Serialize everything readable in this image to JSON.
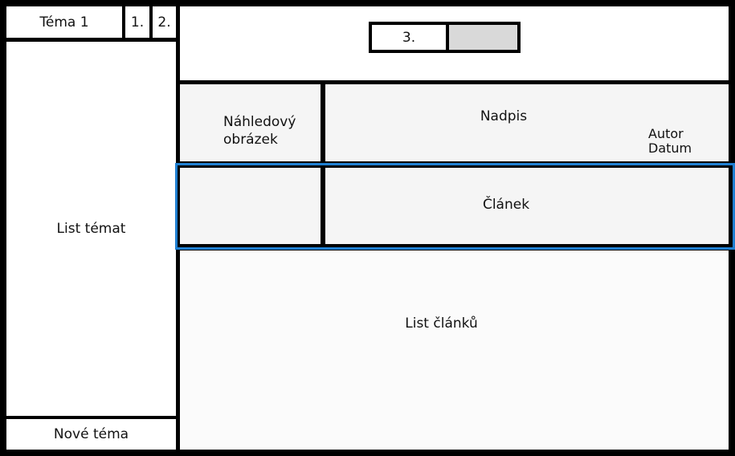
{
  "sidebar": {
    "topic_tab": "Téma 1",
    "tab_one": "1.",
    "tab_two": "2.",
    "topic_list": "List témat",
    "new_topic": "Nové téma"
  },
  "header": {
    "control_label": "3."
  },
  "article_preview": {
    "thumbnail_line1": "Náhledový",
    "thumbnail_line2": "obrázek",
    "heading": "Nadpis",
    "author": "Autor",
    "date": "Datum",
    "article": "Článek"
  },
  "main": {
    "article_list": "List článků"
  },
  "colors": {
    "outline": "#000000",
    "highlight": "#1f7fd1",
    "panel": "#f5f5f5",
    "control_fill": "#d9d9d9"
  }
}
